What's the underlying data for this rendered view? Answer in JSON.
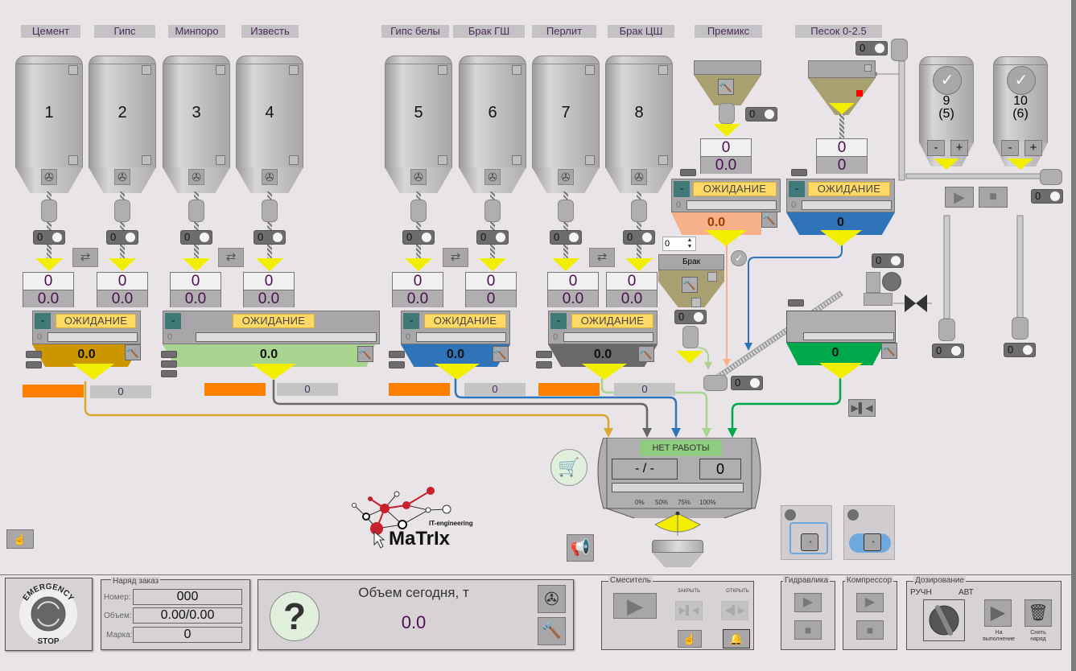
{
  "materials": [
    {
      "label": "Цемент",
      "silo": "1"
    },
    {
      "label": "Гипс",
      "silo": "2"
    },
    {
      "label": "Минпоро",
      "silo": "3"
    },
    {
      "label": "Известь",
      "silo": "4"
    },
    {
      "label": "Гипс белы",
      "silo": "5"
    },
    {
      "label": "Брак ГШ",
      "silo": "6"
    },
    {
      "label": "Перлит",
      "silo": "7"
    },
    {
      "label": "Брак ЦШ",
      "silo": "8"
    },
    {
      "label": "Премикс"
    },
    {
      "label": "Песок 0-2.5"
    }
  ],
  "toggle_value": "0",
  "feeders": [
    {
      "set": "0",
      "actual": "0.0"
    },
    {
      "set": "0",
      "actual": "0.0"
    },
    {
      "set": "0",
      "actual": "0.0"
    },
    {
      "set": "0",
      "actual": "0.0"
    },
    {
      "set": "0",
      "actual": "0.0"
    },
    {
      "set": "0",
      "actual": "0"
    },
    {
      "set": "0",
      "actual": "0.0"
    },
    {
      "set": "0",
      "actual": "0.0"
    },
    {
      "set": "0",
      "actual": "0.0"
    },
    {
      "set": "0",
      "actual": "0"
    }
  ],
  "scales": [
    {
      "status": "ОЖИДАНИЕ",
      "bar_zero": "0",
      "weight": "0.0",
      "color": "#cc9600",
      "counter": "0"
    },
    {
      "status": "ОЖИДАНИЕ",
      "bar_zero": "0",
      "weight": "0.0",
      "color": "#a8d490",
      "counter": "0"
    },
    {
      "status": "ОЖИДАНИЕ",
      "bar_zero": "0",
      "weight": "0.0",
      "color": "#2f74b8",
      "counter": "0"
    },
    {
      "status": "ОЖИДАНИЕ",
      "bar_zero": "0",
      "weight": "0.0",
      "color": "#6a6868",
      "counter": "0"
    },
    {
      "status": "ОЖИДАНИЕ",
      "bar_zero": "0",
      "weight": "0.0",
      "color": "#f6b08a"
    },
    {
      "status": "ОЖИДАНИЕ",
      "bar_zero": "0",
      "weight": "0",
      "color": "#2f74b8"
    }
  ],
  "small_silos": [
    {
      "number": "9",
      "sub": "(5)",
      "minus": "-",
      "plus": "+"
    },
    {
      "number": "10",
      "sub": "(6)",
      "minus": "-",
      "plus": "+"
    }
  ],
  "brak": {
    "label": "Брак",
    "spinner_value": "0"
  },
  "water_scale": {
    "weight": "0"
  },
  "mixer": {
    "status": "НЕТ РАБОТЫ",
    "batch": "-  /  -",
    "count": "0",
    "ticks": [
      "0%",
      "50%",
      "75%",
      "100%"
    ]
  },
  "logo": {
    "brand": "MaTrIx",
    "tagline": "IT-engineering"
  },
  "bottom": {
    "emergency": {
      "top": "EMERGENCY",
      "bottom": "STOP"
    },
    "order": {
      "title": "Наряд заказ",
      "number_label": "Номер:",
      "number": "000",
      "volume_label": "Объем:",
      "volume": "0.00/0.00",
      "grade_label": "Марка:",
      "grade": "0"
    },
    "today": {
      "title": "Объем сегодня, т",
      "value": "0.0"
    },
    "mixer_group": {
      "title": "Смеситель",
      "close": "ЗАКРЫТЬ",
      "open": "ОТКРЫТЬ"
    },
    "hydraulics": {
      "title": "Гидравлика"
    },
    "compressor": {
      "title": "Компрессор"
    },
    "dosing": {
      "title": "Дозирование",
      "manual": "РУЧН",
      "auto": "АВТ",
      "execute": "На выполнение",
      "cancel": "Снять наряд"
    }
  }
}
